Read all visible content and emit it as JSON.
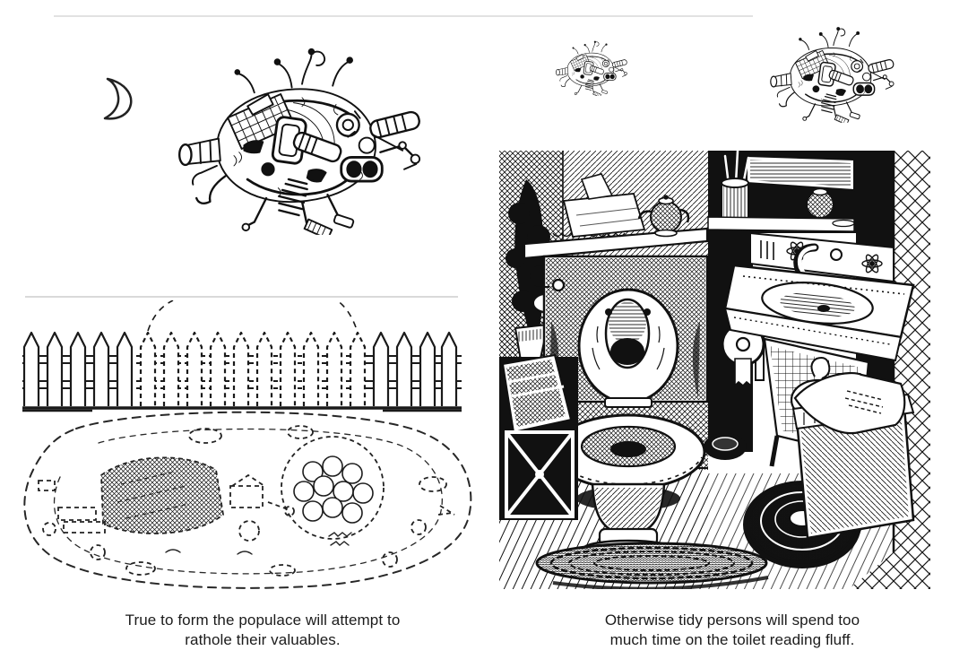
{
  "page": {
    "background": "#ffffff",
    "ink_color": "#111111",
    "caption_color": "#1b1b1b"
  },
  "left_panel": {
    "caption": {
      "line1": "True to form the populace will attempt to",
      "line2": "rathole their valuables."
    },
    "illustrations": {
      "moon": "crescent-moon",
      "machine": "flying-junk-city-machine",
      "fence": "picket-fence-with-dashed-xray-middle",
      "cache": "buried-valuables-cache-dashed-outline"
    }
  },
  "right_panel": {
    "caption": {
      "line1": "Otherwise tidy persons will spend too",
      "line2": "much time on the toilet reading fluff."
    },
    "illustrations": {
      "machine_far": "flying-junk-city-machine-distant",
      "machine_mid": "flying-junk-city-machine-approaching",
      "bathroom": "cluttered-bathroom-toilet-and-sink-scene"
    }
  }
}
